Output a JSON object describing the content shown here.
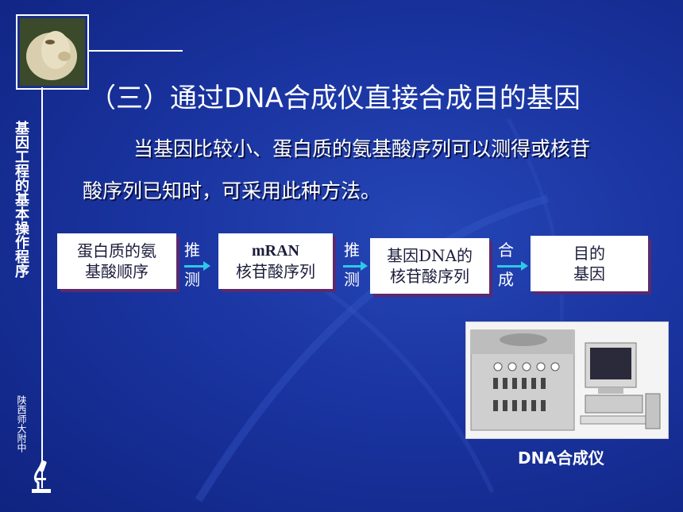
{
  "title": {
    "dna": "（三）通过DNA合成仪直接合成目的基因"
  },
  "side": {
    "title": "基因工程的基本操作程序",
    "school": "陕西师大附中"
  },
  "paragraph": {
    "line1": "当基因比较小、蛋白质的氨基酸序列可以测得或核苷",
    "line2": "酸序列已知时，可采用此种方法。"
  },
  "flow": {
    "box1": {
      "line1": "蛋白质的氨",
      "line2": "基酸顺序"
    },
    "arrow1": {
      "top": "推",
      "bottom": "测"
    },
    "box2": {
      "line1": "mRAN",
      "line2": "核苷酸序列"
    },
    "arrow2": {
      "top": "推",
      "bottom": "测"
    },
    "box3": {
      "line1": "基因DNA的",
      "line2": "核苷酸序列"
    },
    "arrow3": {
      "top": "合",
      "bottom": "成"
    },
    "box4": {
      "line1": "目的",
      "line2": "基因"
    }
  },
  "caption": "DNA合成仪",
  "colors": {
    "background": "#1a34a0",
    "arrow": "#2ec8e8",
    "box_shadow": "#5a2a6e"
  }
}
